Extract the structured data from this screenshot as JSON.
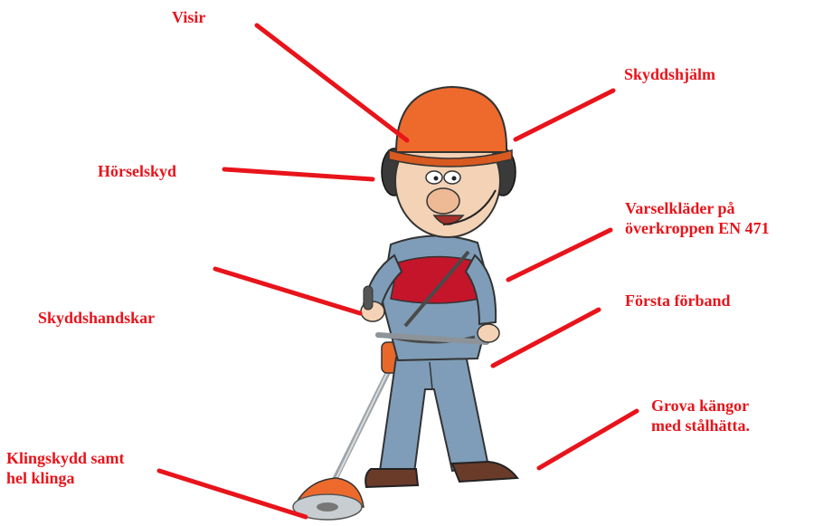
{
  "labels": {
    "visir": "Visir",
    "helmet": "Skyddshjälm",
    "ear": "Hörselskyd",
    "vest_line1": "Varselkläder på",
    "vest_line2": "överkroppen EN 471",
    "gloves": "Skyddshandskar",
    "first_aid": "Första förband",
    "boots_line1": "Grova kängor",
    "boots_line2": "med stålhätta.",
    "blade_line1": "Klingskydd samt",
    "blade_line2": "hel klinga"
  },
  "colors": {
    "label_text": "#e8141b",
    "pointer_line": "#e8141b",
    "helmet": "#ee6a2c",
    "overalls": "#7f9db8",
    "vest": "#c4152b",
    "skin": "#f3d2b5",
    "boots": "#6b3b2a",
    "earmuffs": "#3a3a3a"
  }
}
